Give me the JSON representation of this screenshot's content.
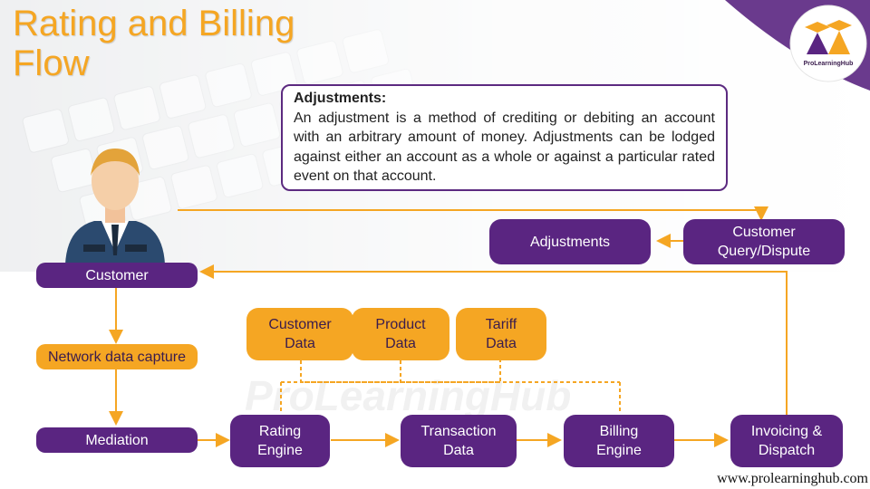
{
  "title": {
    "line1": "Rating and Billing",
    "line2": "Flow"
  },
  "note": {
    "heading": "Adjustments:",
    "body": "An adjustment is a method of crediting or debiting an account with an arbitrary amount of money. Adjustments can be lodged against either an account as a whole or against a particular rated event on that account."
  },
  "nodes": {
    "customer": "Customer",
    "network": "Network data capture",
    "mediation": "Mediation",
    "customer_data": "Customer\nData",
    "product_data": "Product\nData",
    "tariff_data": "Tariff\nData",
    "rating_engine": "Rating\nEngine",
    "transaction_data": "Transaction\nData",
    "billing_engine": "Billing\nEngine",
    "invoicing": "Invoicing &\nDispatch",
    "adjustments": "Adjustments",
    "query": "Customer\nQuery/Dispute"
  },
  "logo": {
    "text": "ProLearningHub"
  },
  "watermark": "ProLearningHub",
  "footer_url": "www.prolearninghub.com",
  "colors": {
    "purple": "#5a2581",
    "orange": "#f5a623",
    "arrow": "#f5a623"
  }
}
